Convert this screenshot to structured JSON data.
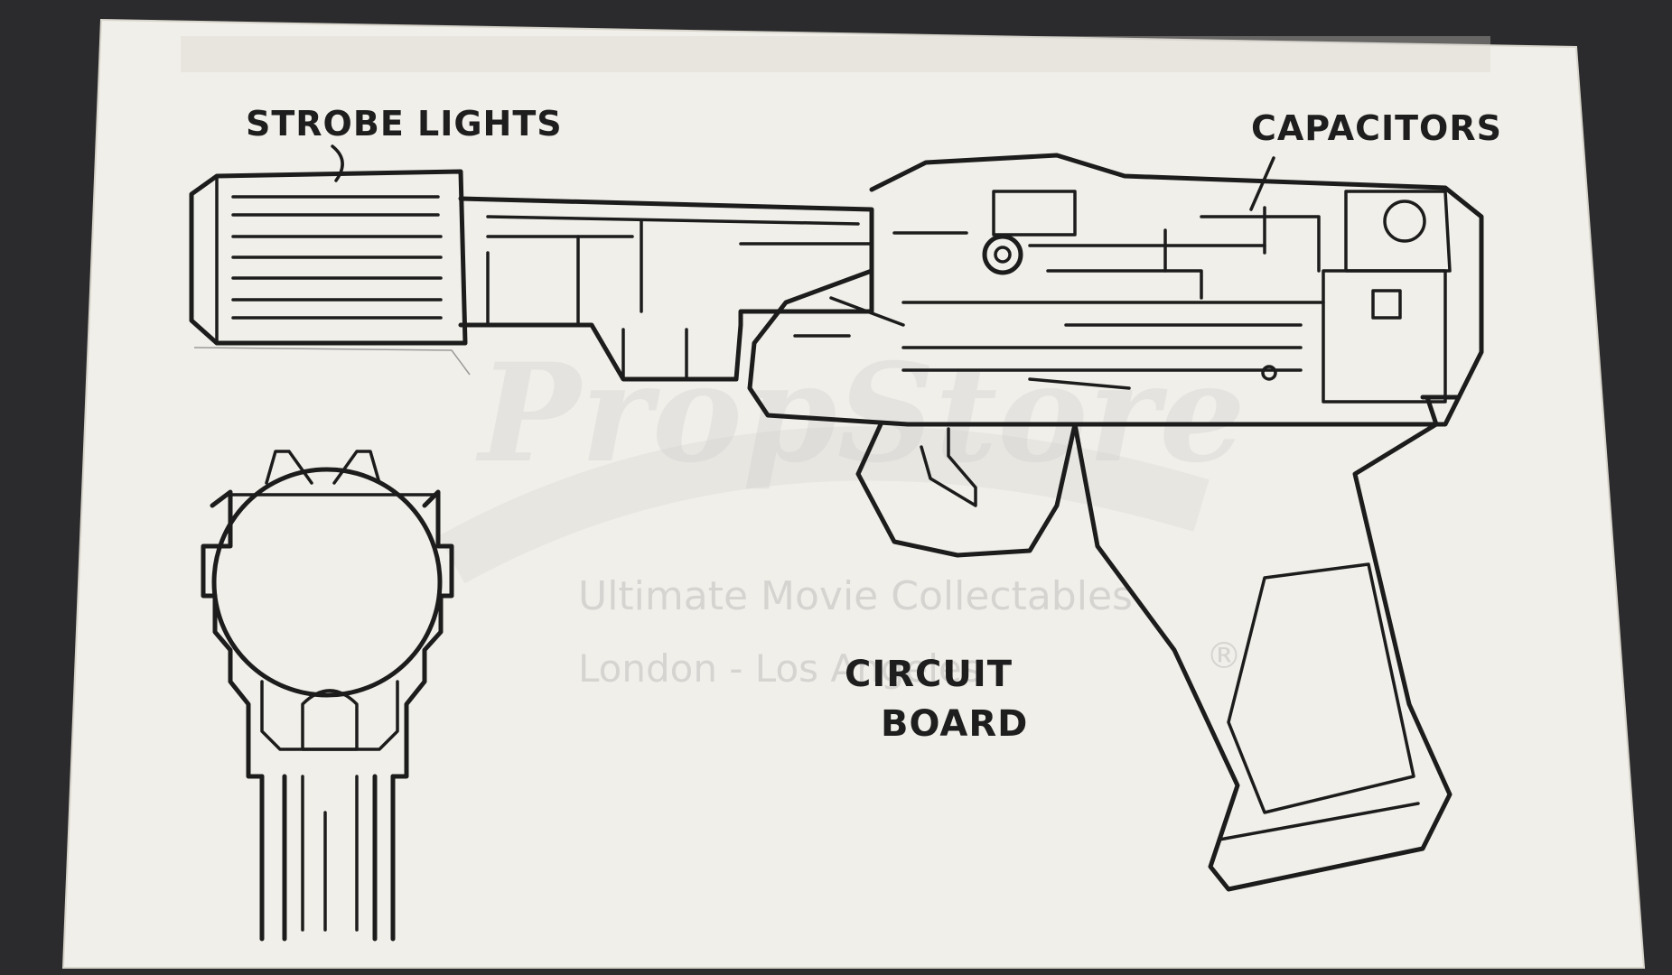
{
  "labels": {
    "strobe": "STROBE LIGHTS",
    "capacitors": "CAPACITORS",
    "circuit_line1": "CIRCUIT",
    "circuit_line2": "BOARD"
  },
  "watermark": {
    "logo": "PropStore",
    "tagline": "Ultimate Movie Collectables",
    "location": "London - Los Angeles",
    "registered": "®"
  },
  "colors": {
    "background": "#2b2b2d",
    "paper": "#f1efe9",
    "ink": "#1c1c1c"
  }
}
